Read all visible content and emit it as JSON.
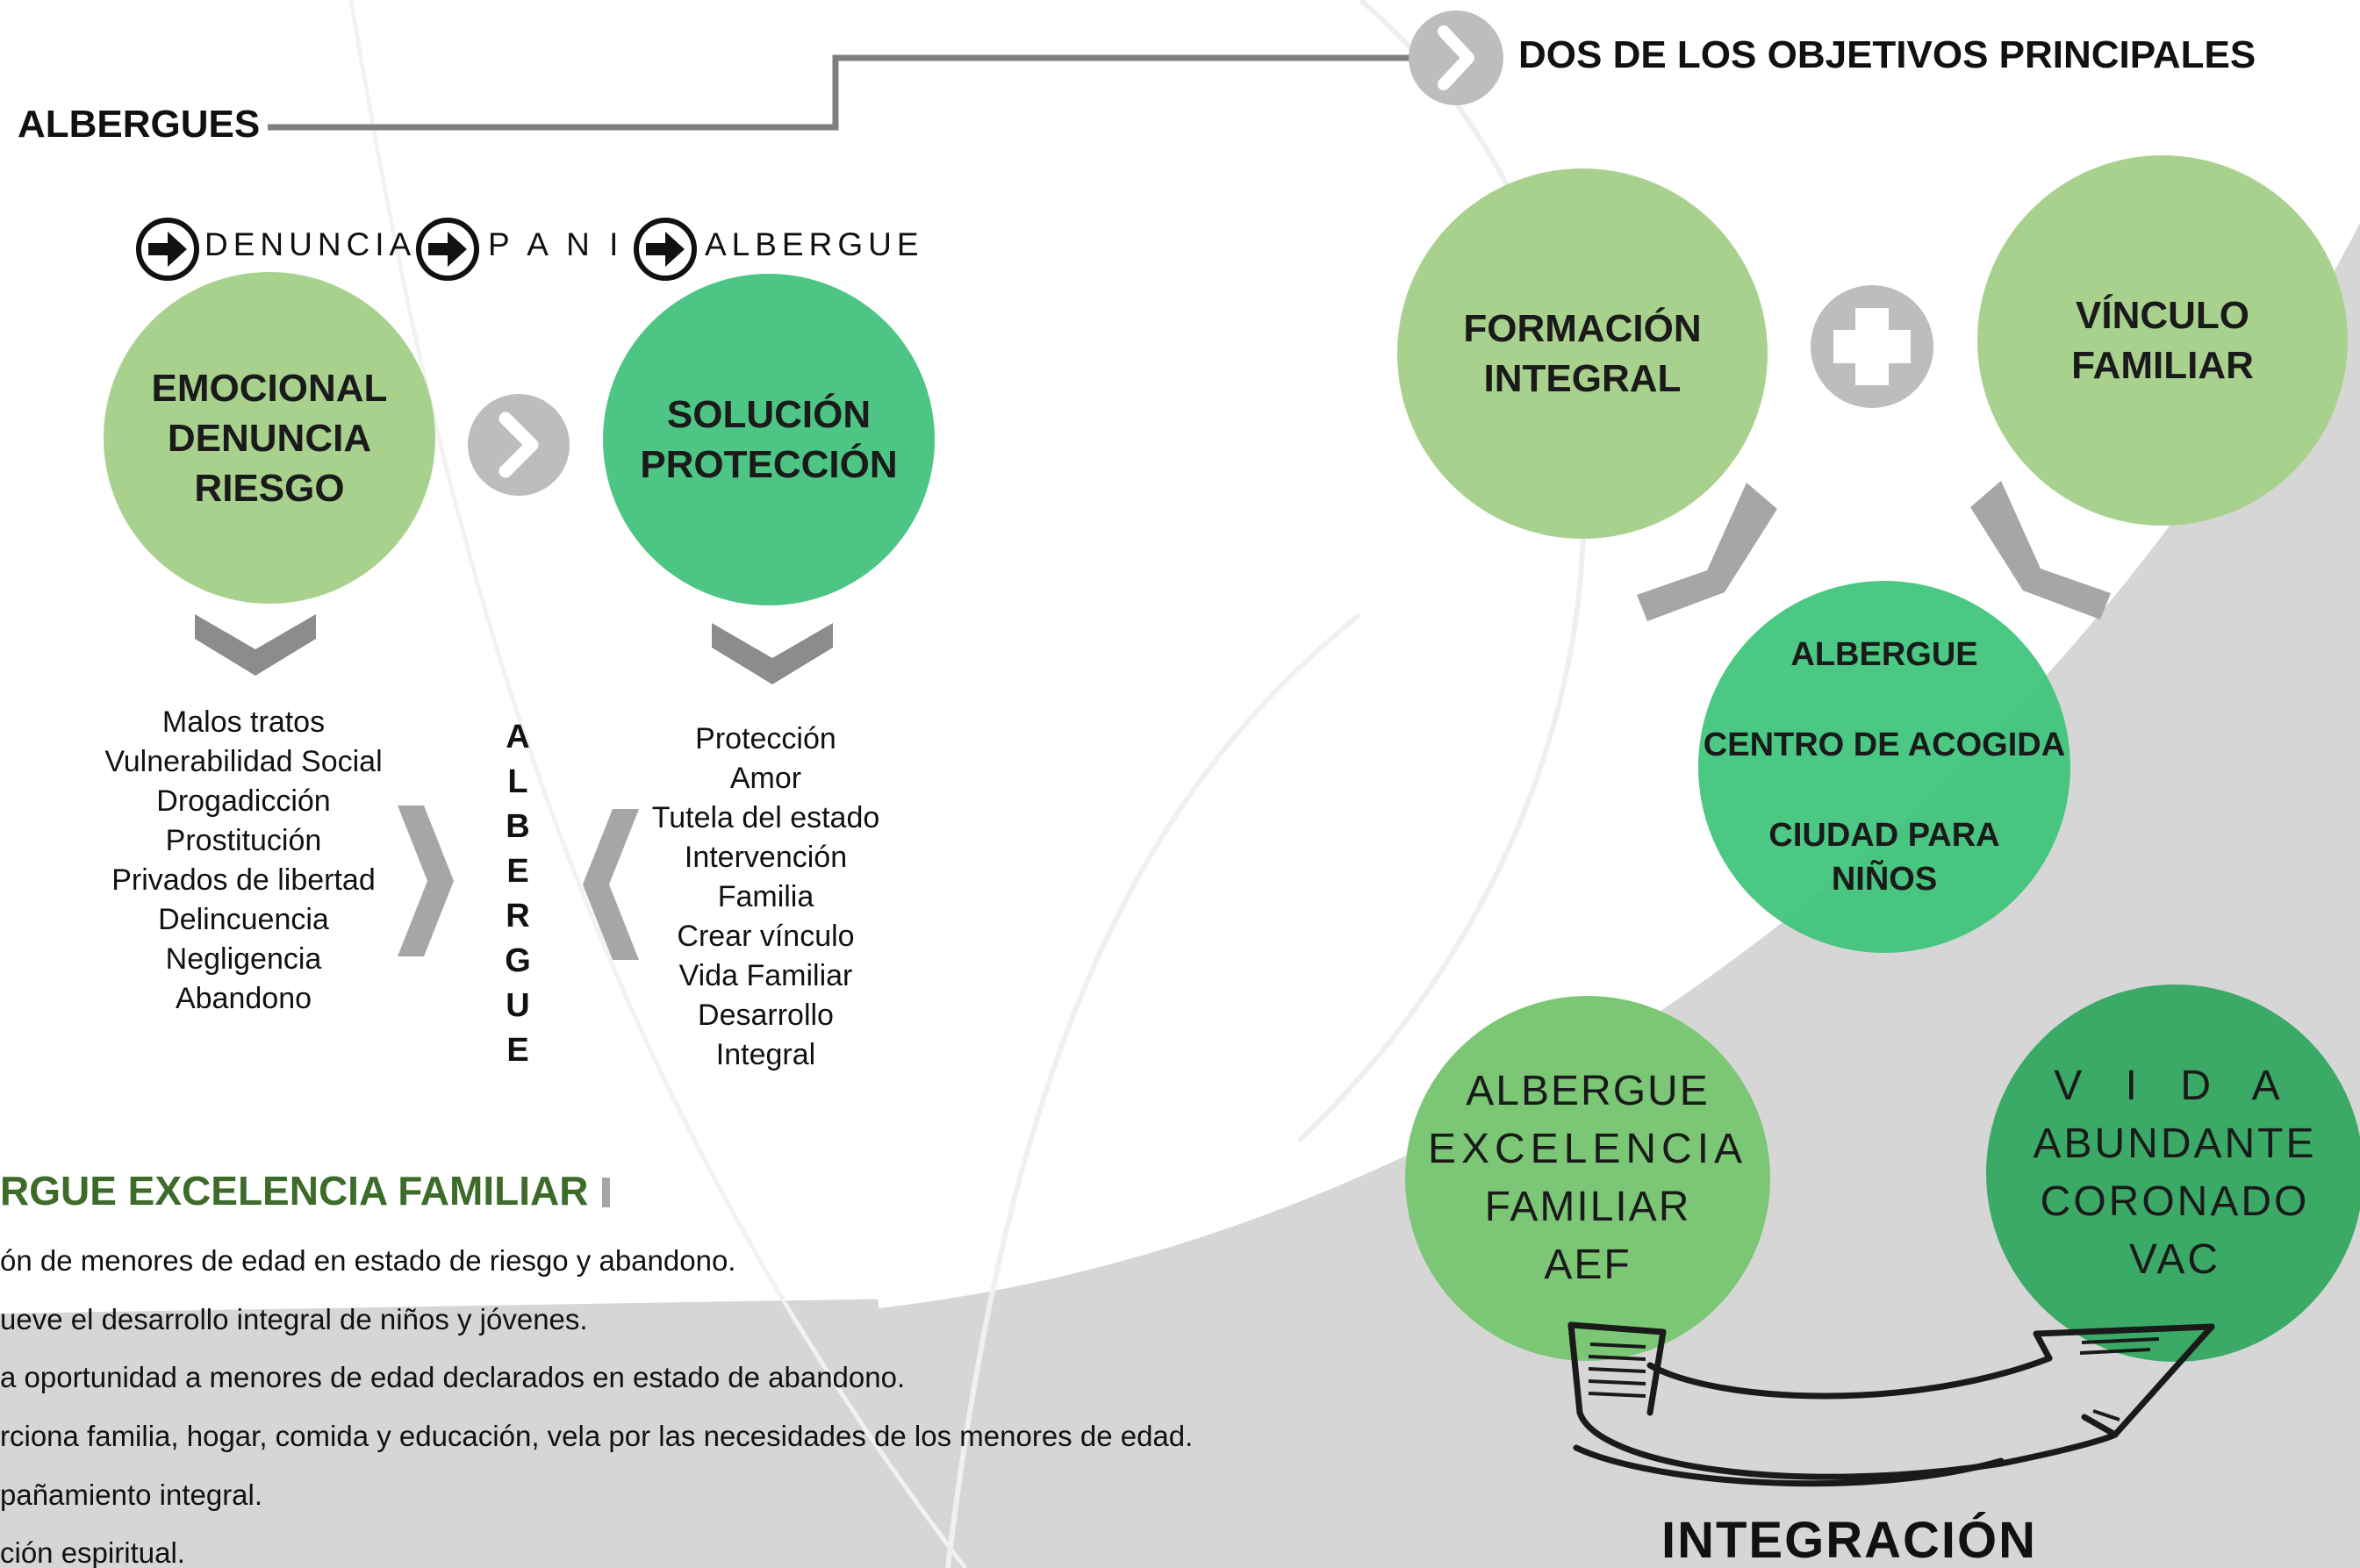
{
  "header": {
    "albergues_label": "ALBERGUES",
    "objectives_title": "DOS DE LOS OBJETIVOS PRINCIPALES"
  },
  "process": {
    "steps": [
      "DENUNCIA",
      "P A N I",
      "ALBERGUE"
    ]
  },
  "circles": {
    "emocional": [
      "EMOCIONAL",
      "DENUNCIA",
      "RIESGO"
    ],
    "solucion": [
      "SOLUCIÓN",
      "PROTECCIÓN"
    ],
    "formacion": [
      "FORMACIÓN",
      "INTEGRAL"
    ],
    "vinculo": [
      "VÍNCULO",
      "FAMILIAR"
    ],
    "albergue_center": [
      "ALBERGUE",
      "CENTRO DE ACOGIDA",
      "CIUDAD PARA",
      "NIÑOS"
    ],
    "aef": [
      "ALBERGUE",
      "EXCELENCIA",
      "FAMILIAR",
      "AEF"
    ],
    "vac": [
      "V I D A",
      "ABUNDANTE",
      "CORONADO",
      "VAC"
    ]
  },
  "lists": {
    "risks": [
      "Malos tratos",
      "Vulnerabilidad Social",
      "Drogadicción",
      "Prostitución",
      "Privados de libertad",
      "Delincuencia",
      "Negligencia",
      "Abandono"
    ],
    "protection": [
      "Protección",
      "Amor",
      "Tutela del estado",
      "Intervención",
      "Familia",
      "Crear vínculo",
      "Vida Familiar",
      "Desarrollo",
      "Integral"
    ],
    "vertical_word": [
      "A",
      "L",
      "B",
      "E",
      "R",
      "G",
      "U",
      "E"
    ]
  },
  "aef_section": {
    "title": "RGUE EXCELENCIA FAMILIAR",
    "bullets": [
      "ón de menores de edad en estado de riesgo y abandono.",
      "ueve el desarrollo integral de niños y jóvenes.",
      "a oportunidad a menores de edad declarados en estado de  abandono.",
      "rciona familia, hogar, comida y educación, vela por las necesidades de los menores de edad.",
      "pañamiento integral.",
      "ción espiritual."
    ]
  },
  "integration_label": "INTEGRACIÓN",
  "icons": [
    "arrow-right-icon",
    "chevron-right-icon",
    "plus-icon",
    "chevron-down-icon",
    "hand-drawn-arrow-icon"
  ],
  "colors": {
    "light_green": "#a9d18e",
    "medium_green": "#7bc775",
    "bright_green": "#4dc584",
    "dark_green": "#3aaa66",
    "title_green": "#3d6b2a",
    "gray": "#bdbdbd",
    "dark_gray": "#8c8c8c"
  }
}
